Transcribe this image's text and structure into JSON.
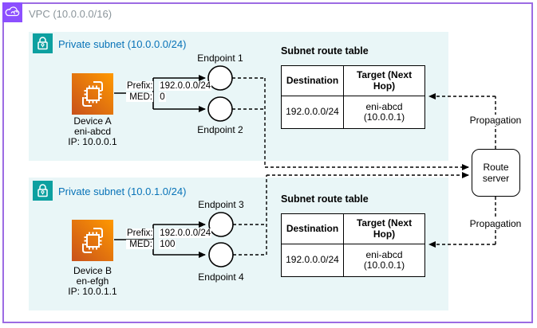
{
  "vpc": {
    "label": "VPC (10.0.0.0/16)"
  },
  "subnets": [
    {
      "label": "Private subnet (10.0.0.0/24)",
      "device": {
        "name": "Device A",
        "eni": "eni-abcd",
        "ip": "IP: 10.0.0.1"
      },
      "prefix_label": "Prefix:",
      "prefix_value": "192.0.0.0/24",
      "med_label": "MED:",
      "med_value": "0",
      "endpoints": [
        "Endpoint 1",
        "Endpoint 2"
      ],
      "route_table": {
        "title": "Subnet route table",
        "headers": [
          "Destination",
          "Target (Next Hop)"
        ],
        "rows": [
          [
            "192.0.0.0/24",
            "eni-abcd (10.0.0.1)"
          ]
        ]
      }
    },
    {
      "label": "Private subnet (10.0.1.0/24)",
      "device": {
        "name": "Device B",
        "eni": "en-efgh",
        "ip": "IP: 10.0.1.1"
      },
      "prefix_label": "Prefix:",
      "prefix_value": "192.0.0.0/24",
      "med_label": "MED:",
      "med_value": "100",
      "endpoints": [
        "Endpoint 3",
        "Endpoint 4"
      ],
      "route_table": {
        "title": "Subnet route table",
        "headers": [
          "Destination",
          "Target (Next Hop)"
        ],
        "rows": [
          [
            "192.0.0.0/24",
            "eni-abcd (10.0.0.1)"
          ]
        ]
      }
    }
  ],
  "route_server": {
    "label": "Route server"
  },
  "propagation": {
    "top": "Propagation",
    "bottom": "Propagation"
  },
  "colors": {
    "vpc_border": "#9C6BE3",
    "vpc_icon_bg": "#8C4FFF",
    "subnet_bg": "#E9F6F7",
    "subnet_label": "#0873B8",
    "lock_icon_bg": "#0DA0A0",
    "device_gradient_start": "#C8511B",
    "device_gradient_end": "#FF9900",
    "vpc_label_color": "#8B959B",
    "line_color": "#000000"
  }
}
